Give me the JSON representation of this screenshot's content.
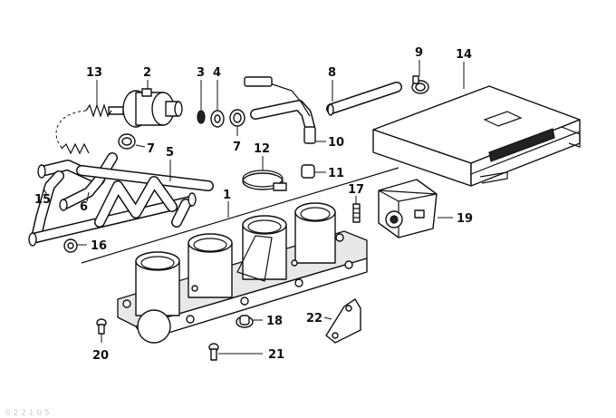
{
  "callouts": {
    "c1": "1",
    "c2": "2",
    "c3": "3",
    "c4": "4",
    "c5": "5",
    "c6": "6",
    "c7a": "7",
    "c7b": "7",
    "c8": "8",
    "c9": "9",
    "c10": "10",
    "c11": "11",
    "c12": "12",
    "c13": "13",
    "c14": "14",
    "c15": "15",
    "c16": "16",
    "c17": "17",
    "c18": "18",
    "c19": "19",
    "c20": "20",
    "c21": "21",
    "c22": "22"
  },
  "watermark": "0 2 2 1 0 5"
}
